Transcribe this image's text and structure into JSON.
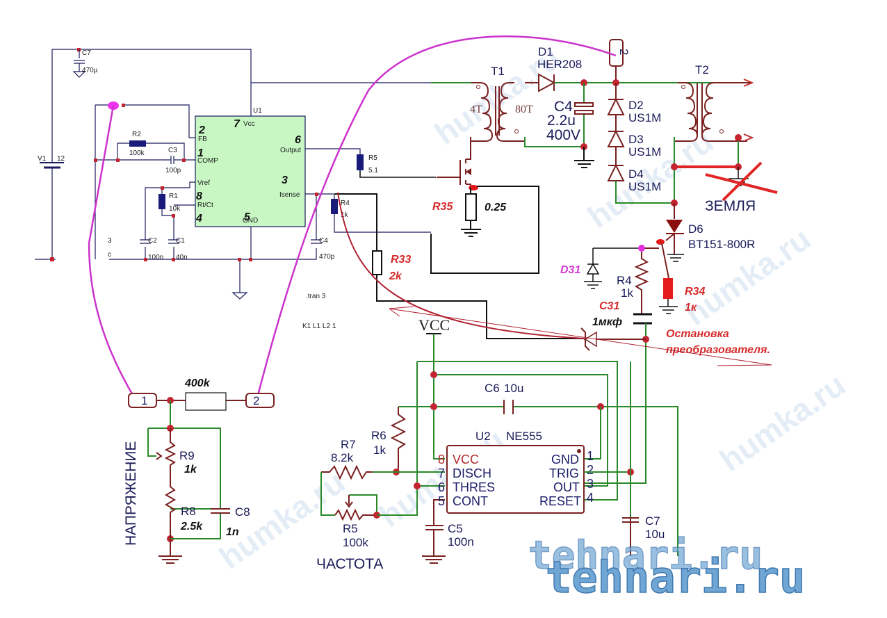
{
  "diagram": {
    "type": "electronic-schematic",
    "watermarks": [
      "humka.ru",
      "tehnari.ru"
    ]
  },
  "uc3842_section": {
    "chip": {
      "ref": "U1",
      "pins": [
        {
          "num": "7",
          "name": "Vcc"
        },
        {
          "num": "2",
          "name": "FB"
        },
        {
          "num": "1",
          "name": "COMP"
        },
        {
          "num": "8",
          "name": "Vref"
        },
        {
          "num": "4",
          "name": "Rt/Ct"
        },
        {
          "num": "5",
          "name": "GND"
        },
        {
          "num": "6",
          "name": "Output"
        },
        {
          "num": "3",
          "name": "Isense"
        }
      ]
    },
    "pin_name_rtct_extra": "8",
    "supply": {
      "ref": "V1",
      "value": "12"
    },
    "c7": {
      "ref": "C7",
      "value": "470µ"
    },
    "r2": {
      "ref": "R2",
      "value": "100k"
    },
    "c3": {
      "ref": "C3",
      "value": "100p"
    },
    "r1": {
      "ref": "R1",
      "value": "10k"
    },
    "c2": {
      "ref": "C2",
      "value": "100n"
    },
    "c1": {
      "ref": "C1",
      "value": "40n"
    },
    "c4": {
      "ref": "C4",
      "value": "470p"
    },
    "r5": {
      "ref": "R5",
      "value": "5.1"
    },
    "r4": {
      "ref": "R4",
      "value": "1k"
    },
    "frag_a": "3",
    "frag_b": "c",
    "sim_directive": ".tran 3",
    "coupling_directive": "K1 L1 L2 1"
  },
  "power_stage": {
    "t1": {
      "ref": "T1",
      "primary": "4T",
      "secondary": "80T"
    },
    "d1": {
      "ref": "D1",
      "part": "HER208"
    },
    "c4": {
      "ref": "C4",
      "value": "2.2u",
      "voltage": "400V"
    },
    "r35": {
      "ref": "R35",
      "value": "0.25"
    },
    "r33": {
      "ref": "R33",
      "value": "2k"
    },
    "d2": {
      "ref": "D2",
      "part": "US1M"
    },
    "d3": {
      "ref": "D3",
      "part": "US1M"
    },
    "d4": {
      "ref": "D4",
      "part": "US1M"
    },
    "t2": {
      "ref": "T2"
    },
    "ground_label": "ЗЕМЛЯ",
    "d6": {
      "ref": "D6",
      "part": "BT151-800R"
    },
    "d31": {
      "ref": "D31"
    },
    "r4b": {
      "ref": "R4",
      "value": "1k"
    },
    "r34": {
      "ref": "R34",
      "value": "1к"
    },
    "c31": {
      "ref": "C31",
      "value": "1мкф"
    },
    "stop_note_line1": "Остановка",
    "stop_note_line2": "преобразователя.",
    "connector_top": "2"
  },
  "divider": {
    "conn1": "1",
    "conn2": "2",
    "r_top": {
      "value": "400k"
    },
    "r9": {
      "ref": "R9",
      "value": "1k"
    },
    "r8": {
      "ref": "R8",
      "value": "2.5k"
    },
    "c8": {
      "ref": "C8",
      "value": "1n"
    },
    "label": "НАПРЯЖЕНИЕ"
  },
  "timer_555": {
    "vcc_label": "VCC",
    "chip": {
      "ref": "U2",
      "part": "NE555"
    },
    "left_pins": [
      {
        "num": "8",
        "name": "VCC"
      },
      {
        "num": "7",
        "name": "DISCH"
      },
      {
        "num": "6",
        "name": "THRES"
      },
      {
        "num": "5",
        "name": "CONT"
      }
    ],
    "right_pins": [
      {
        "num": "1",
        "name": "GND"
      },
      {
        "num": "2",
        "name": "TRIG"
      },
      {
        "num": "3",
        "name": "OUT"
      },
      {
        "num": "4",
        "name": "RESET"
      }
    ],
    "c6": {
      "ref": "C6",
      "value": "10u"
    },
    "r6": {
      "ref": "R6",
      "value": "1k"
    },
    "r7": {
      "ref": "R7",
      "value": "8.2k"
    },
    "r5": {
      "ref": "R5",
      "value": "100k"
    },
    "c5": {
      "ref": "C5",
      "value": "100n"
    },
    "c7": {
      "ref": "C7",
      "value": "10u"
    },
    "label": "ЧАСТОТА"
  },
  "logo": {
    "line1": "tehnari.ru",
    "line2": "tehnari.ru"
  }
}
